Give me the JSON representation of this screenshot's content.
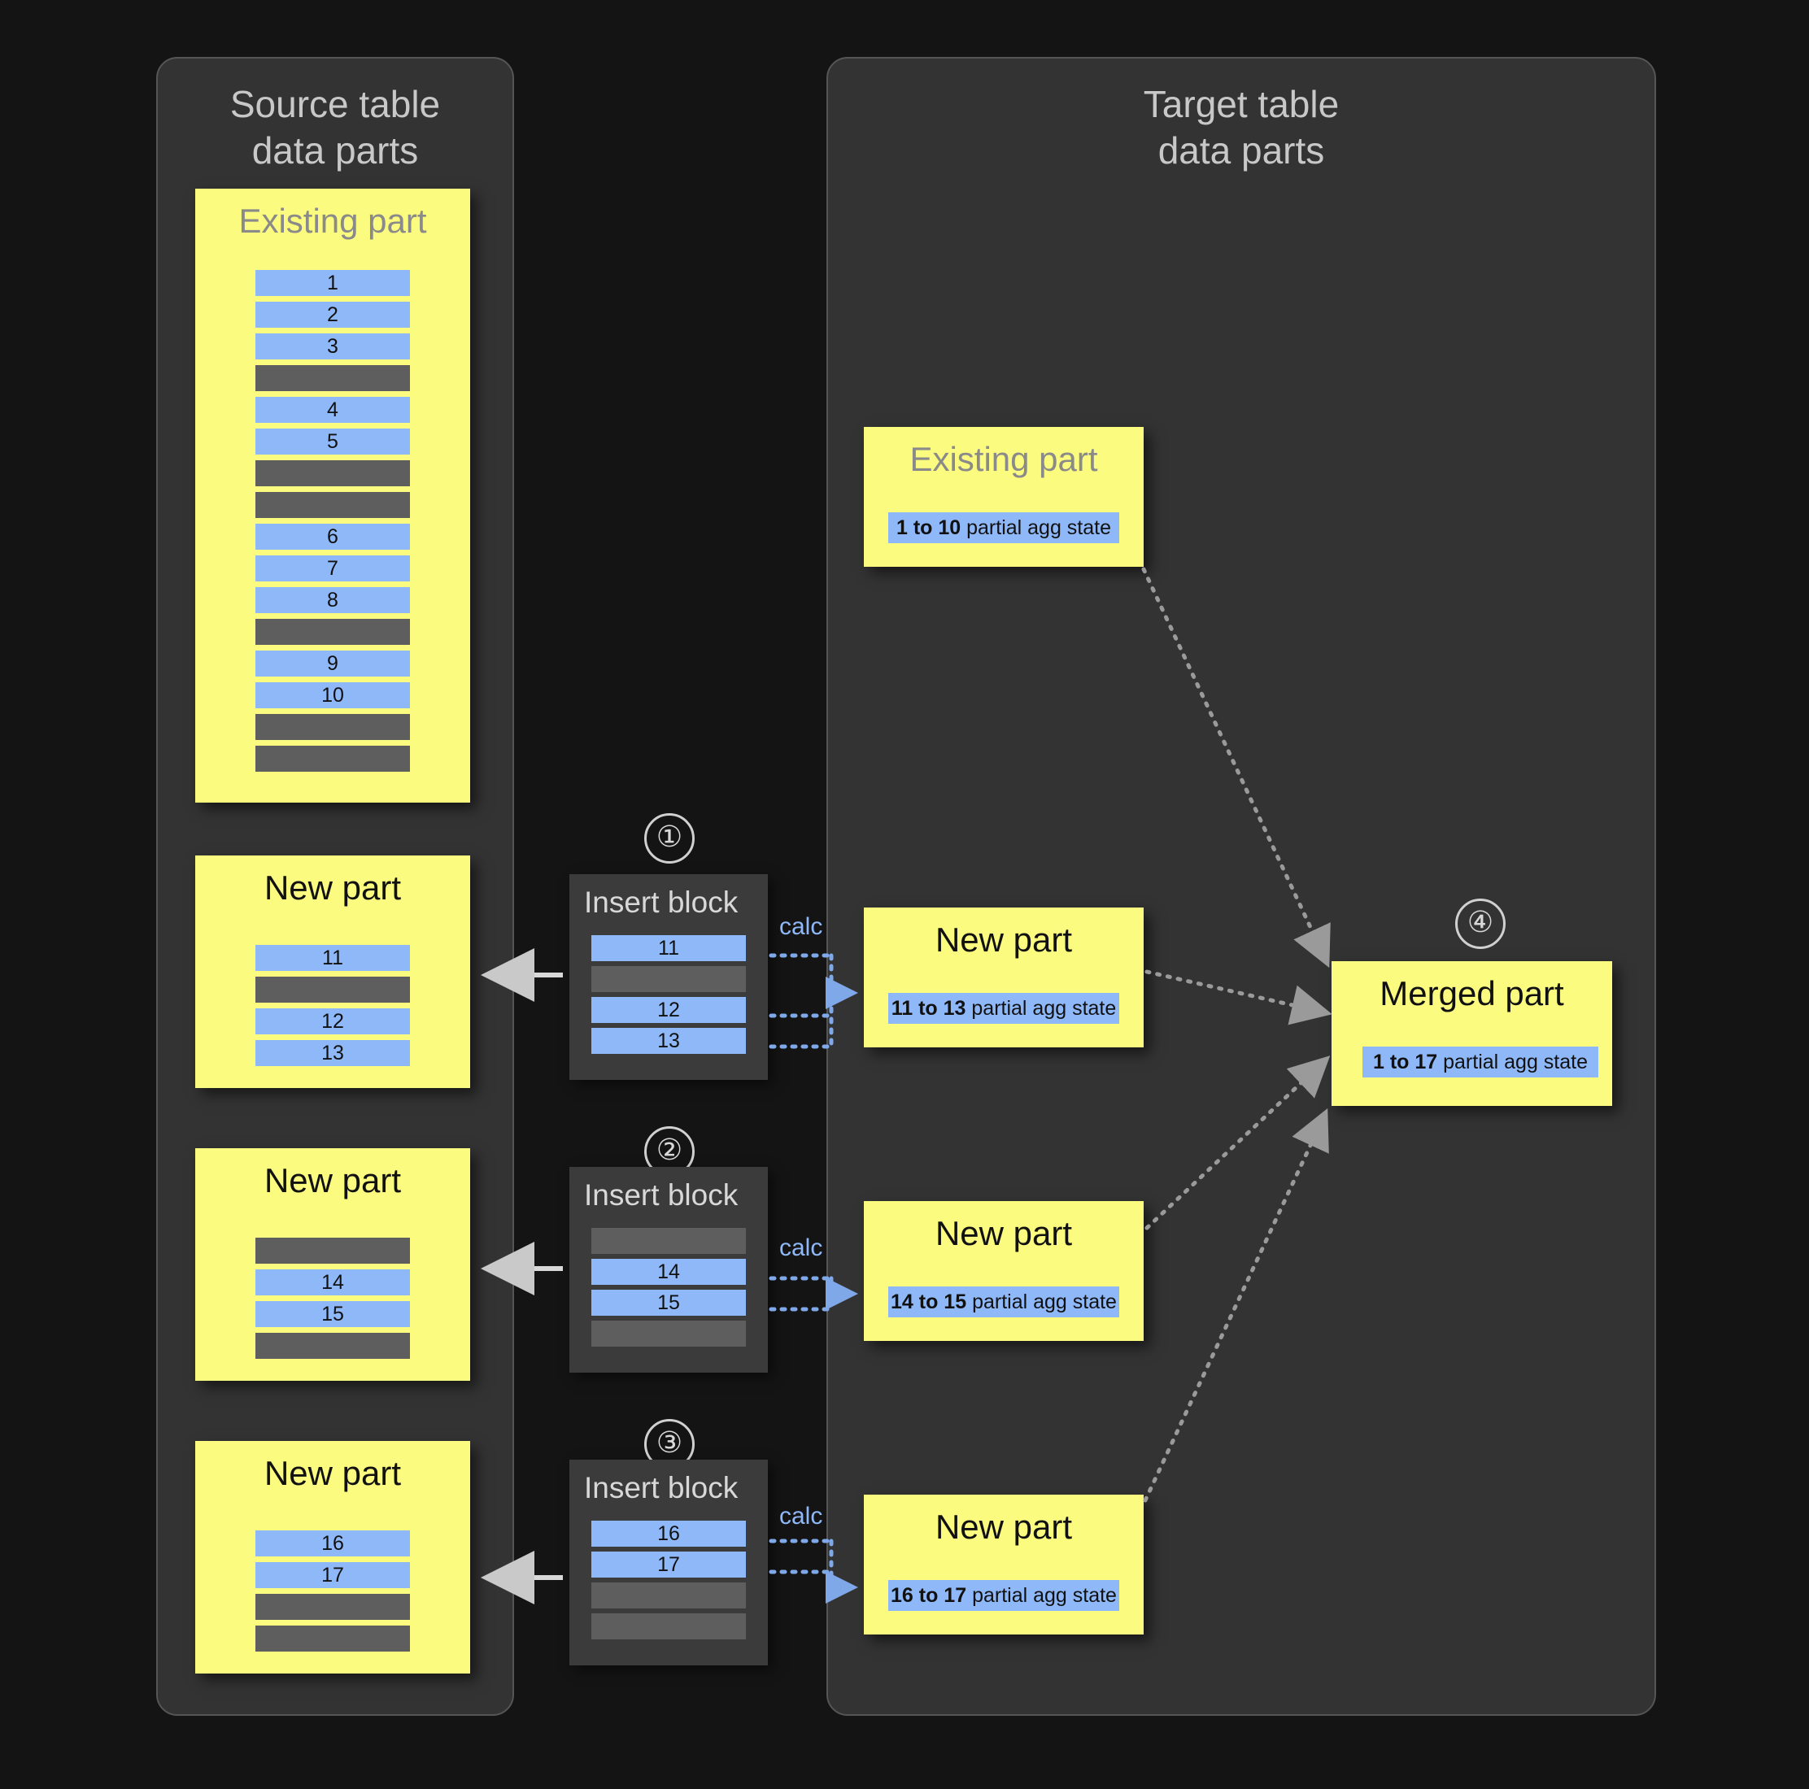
{
  "source_panel": {
    "title": "Source table\ndata parts",
    "parts": [
      {
        "name": "existing-part",
        "title": "Existing part",
        "muted": true,
        "rows": [
          "1",
          "2",
          "3",
          "",
          "4",
          "5",
          "",
          "",
          "6",
          "7",
          "8",
          "",
          "9",
          "10",
          "",
          ""
        ]
      },
      {
        "name": "new-part-1",
        "title": "New part",
        "muted": false,
        "rows": [
          "11",
          "",
          "12",
          "13"
        ]
      },
      {
        "name": "new-part-2",
        "title": "New part",
        "muted": false,
        "rows": [
          "",
          "14",
          "15",
          ""
        ]
      },
      {
        "name": "new-part-3",
        "title": "New part",
        "muted": false,
        "rows": [
          "16",
          "17",
          "",
          ""
        ]
      }
    ]
  },
  "insert_blocks": [
    {
      "step": "①",
      "title": "Insert block",
      "rows": [
        "11",
        "",
        "12",
        "13"
      ],
      "calc_label": "calc"
    },
    {
      "step": "②",
      "title": "Insert block",
      "rows": [
        "",
        "14",
        "15",
        ""
      ],
      "calc_label": "calc"
    },
    {
      "step": "③",
      "title": "Insert block",
      "rows": [
        "16",
        "17",
        "",
        ""
      ],
      "calc_label": "calc"
    }
  ],
  "target_panel": {
    "title": "Target table\ndata parts",
    "parts": [
      {
        "name": "target-existing-part",
        "title": "Existing part",
        "muted": true,
        "agg_range": "1 to 10",
        "agg_suffix": " partial agg state"
      },
      {
        "name": "target-new-part-1",
        "title": "New part",
        "muted": false,
        "agg_range": "11 to 13",
        "agg_suffix": " partial agg state"
      },
      {
        "name": "target-new-part-2",
        "title": "New part",
        "muted": false,
        "agg_range": "14 to 15",
        "agg_suffix": " partial agg state"
      },
      {
        "name": "target-new-part-3",
        "title": "New part",
        "muted": false,
        "agg_range": "16 to 17",
        "agg_suffix": " partial agg state"
      }
    ],
    "merged": {
      "step": "④",
      "title": "Merged part",
      "agg_range": "1 to 17",
      "agg_suffix": " partial agg state"
    }
  },
  "colors": {
    "background": "#141414",
    "panel": "#333333",
    "part_yellow": "#fbfb7f",
    "row_blue": "#8fb8f9",
    "row_gray": "#5e5e5e",
    "accent_blue": "#8fb8f9",
    "arrow_gray": "#9a9a9a",
    "title_gray": "#c8c8c8"
  }
}
